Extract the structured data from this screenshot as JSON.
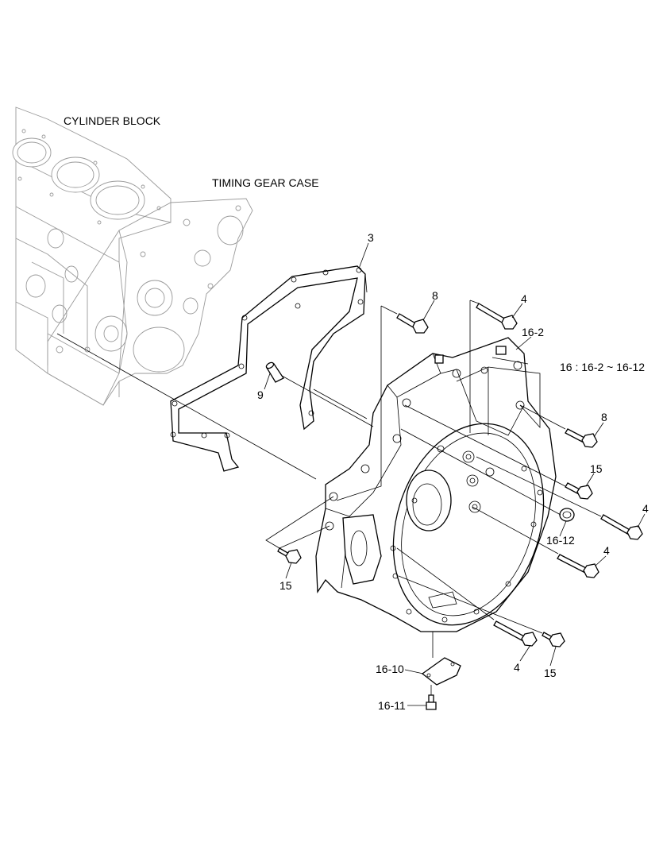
{
  "diagram": {
    "component_labels": {
      "cylinder_block": "CYLINDER BLOCK",
      "timing_gear_case": "TIMING GEAR CASE"
    },
    "range_note": "16 : 16-2 ~ 16-12",
    "callouts": [
      {
        "id": "c3",
        "text": "3"
      },
      {
        "id": "c8a",
        "text": "8"
      },
      {
        "id": "c4a",
        "text": "4"
      },
      {
        "id": "c16_2",
        "text": "16-2"
      },
      {
        "id": "c9",
        "text": "9"
      },
      {
        "id": "c8b",
        "text": "8"
      },
      {
        "id": "c15a",
        "text": "15"
      },
      {
        "id": "c4b",
        "text": "4"
      },
      {
        "id": "c16_12",
        "text": "16-12"
      },
      {
        "id": "c4c",
        "text": "4"
      },
      {
        "id": "c15b",
        "text": "15"
      },
      {
        "id": "c4d",
        "text": "4"
      },
      {
        "id": "c15c",
        "text": "15"
      },
      {
        "id": "c16_10",
        "text": "16-10"
      },
      {
        "id": "c16_11",
        "text": "16-11"
      }
    ]
  }
}
